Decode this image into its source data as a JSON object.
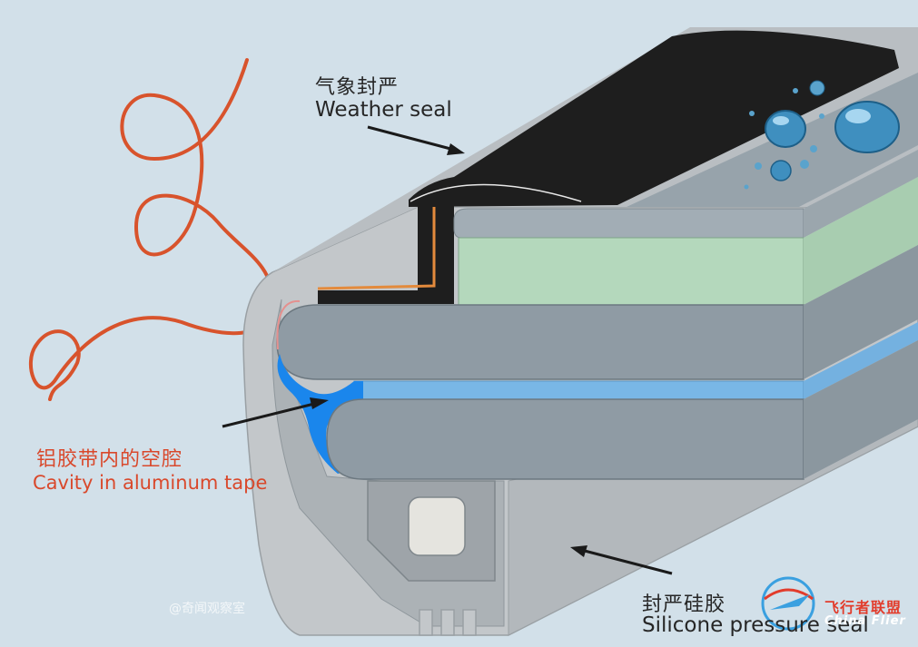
{
  "labels": {
    "weather_seal_zh": "气象封严",
    "weather_seal_en": "Weather seal",
    "cavity_zh": "铝胶带内的空腔",
    "cavity_en": "Cavity in aluminum tape",
    "silicone_zh": "封严硅胶",
    "silicone_en": "Silicone pressure seal"
  },
  "watermark": "@奇闻观察室",
  "brand": {
    "zh": "飞行者联盟",
    "en": "China Flier"
  },
  "colors": {
    "background": "#d2e0e9",
    "frame": "#c3c7ca",
    "seal_black": "#1e1e1e",
    "glass_gray": "#8f9ba4",
    "glass_light": "#a7b2ba",
    "green_layer": "#b4d8bc",
    "blue_interlayer": "#79b7e6",
    "cavity_blue": "#1a86ec",
    "wire_orange": "#d8532c",
    "label_red": "#d9482b"
  }
}
